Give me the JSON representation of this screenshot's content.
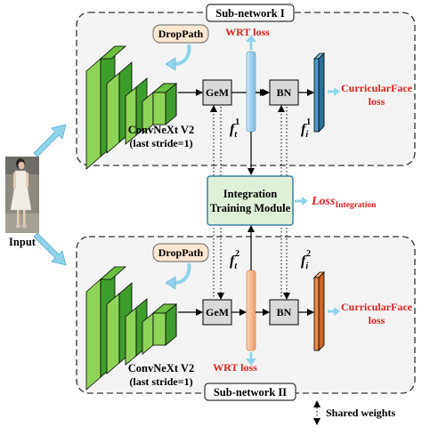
{
  "subnet1": {
    "title": "Sub-network I",
    "droppath": "DropPath",
    "backbone_line1": "ConvNeXt V2",
    "backbone_line2": "(last stride=1)",
    "gem": "GeM",
    "bn": "BN",
    "wrt_loss": "WRT loss",
    "ft_base": "f",
    "ft_sub": "t",
    "ft_sup": "1",
    "fi_base": "f",
    "fi_sub": "i",
    "fi_sup": "1",
    "curricular_line1": "CurricularFace",
    "curricular_line2": "loss"
  },
  "subnet2": {
    "title": "Sub-network II",
    "droppath": "DropPath",
    "backbone_line1": "ConvNeXt V2",
    "backbone_line2": "(last stride=1)",
    "gem": "GeM",
    "bn": "BN",
    "wrt_loss": "WRT loss",
    "ft_base": "f",
    "ft_sub": "t",
    "ft_sup": "2",
    "fi_base": "f",
    "fi_sub": "i",
    "fi_sup": "2",
    "curricular_line1": "CurricularFace",
    "curricular_line2": "loss"
  },
  "integration": {
    "line1": "Integration",
    "line2": "Training Module",
    "loss_main": "Loss",
    "loss_sub": "Integration"
  },
  "input_label": "Input",
  "legend_label": "Shared weights",
  "colors": {
    "green_front": "#3e9e2c",
    "green_side": "#8fd458",
    "gem_bn_fill": "#d9d9d9",
    "integration_fill": "#dff0d8",
    "ft1_fill": "#a8d4ec",
    "ft2_fill": "#f5b88e",
    "fi1_fill": "#4d9ac6",
    "fi2_fill": "#f0884a",
    "loss_red": "#e02020",
    "arrow_blue": "#8fd3ea",
    "droppath_fill": "#fde7d2"
  },
  "icons": {
    "input_image": "person-photo",
    "droppath_arrow": "curved-arrow-icon"
  }
}
